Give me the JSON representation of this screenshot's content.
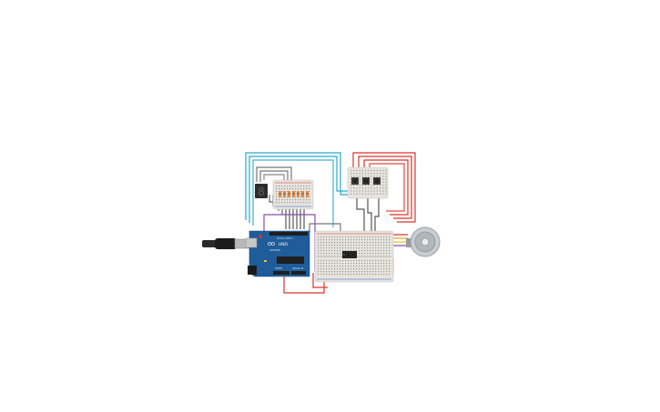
{
  "board": {
    "logo": "UNO",
    "brand": "ARDUINO",
    "digital_label": "DIGITAL (PWM~)",
    "power_label": "POWER",
    "analog_label": "ANALOG IN"
  },
  "display": {
    "digit": "8"
  },
  "colors": {
    "background": "#ffffff",
    "arduino_blue": "#1f5c99",
    "breadboard": "#e6e4df",
    "wire_red": "#d9342b",
    "wire_cyan": "#2aa6c9",
    "wire_gray": "#6b6b6b",
    "wire_purple": "#8a4fa3",
    "wire_orange": "#e8a42c",
    "wire_green": "#3aa64a"
  }
}
